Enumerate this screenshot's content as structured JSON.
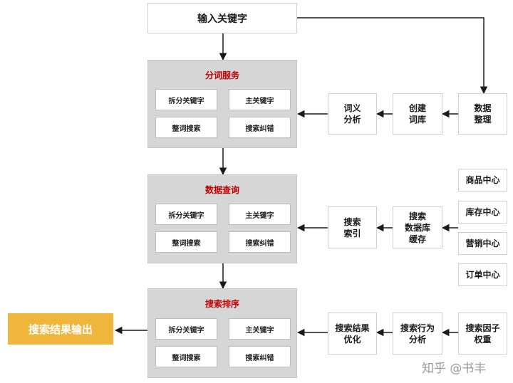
{
  "top": {
    "label": "输入关键字"
  },
  "groups": [
    {
      "title": "分词服务",
      "cells": [
        "拆分关键字",
        "主关键字",
        "整词搜索",
        "搜索纠错"
      ]
    },
    {
      "title": "数据查询",
      "cells": [
        "拆分关键字",
        "主关键字",
        "整词搜索",
        "搜索纠错"
      ]
    },
    {
      "title": "搜索排序",
      "cells": [
        "拆分关键字",
        "主关键字",
        "整词搜索",
        "搜索纠错"
      ]
    }
  ],
  "row1": {
    "a": "词义\n分析",
    "b": "创建\n词库",
    "c": "数据\n整理"
  },
  "row2": {
    "a": "搜索\n索引",
    "b": "搜索\n数据库\n缓存"
  },
  "row3": {
    "a": "搜索结果\n优化",
    "b": "搜索行为\n分析",
    "c": "搜索因子\n权重"
  },
  "centers": [
    "商品中心",
    "库存中心",
    "营销中心",
    "订单中心"
  ],
  "output": {
    "label": "搜索结果输出",
    "color": "#f0b53b"
  },
  "watermark": "知乎 @书丰",
  "colors": {
    "group_title": "#c00000",
    "group_bg": "#d6d6d6",
    "arrow": "#1a1a1a"
  }
}
